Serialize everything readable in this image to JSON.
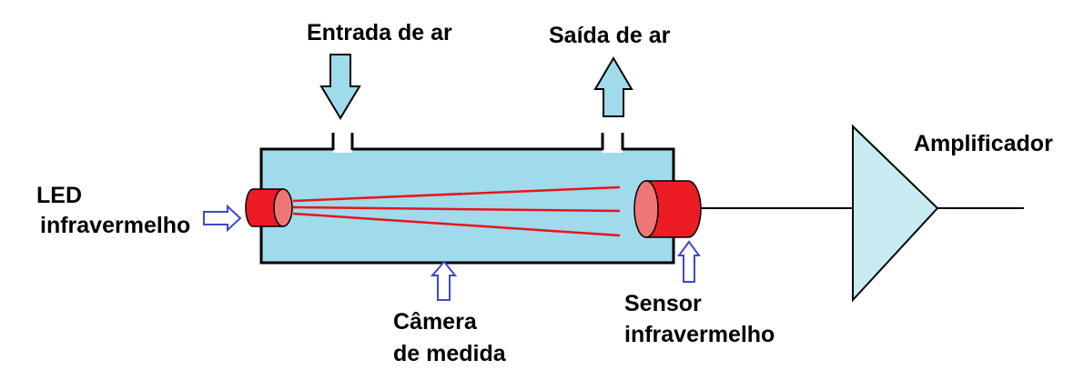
{
  "labels": {
    "air_inlet": "Entrada de ar",
    "air_outlet": "Saída de ar",
    "amplifier": "Amplificador",
    "led_line1": "LED",
    "led_line2": "infravermelho",
    "chamber_line1": "Câmera",
    "chamber_line2": "de medida",
    "sensor_line1": "Sensor",
    "sensor_line2": "infravermelho"
  },
  "colors": {
    "chamber_fill": "#9fdbea",
    "flow_arrow_fill": "#9fdbea",
    "amplifier_fill": "#c8ebf2",
    "cylinder_red": "#ed1c24",
    "cylinder_face": "#f07577",
    "beam_red": "#e8141c",
    "pointer_arrow_stroke": "#3f48cc",
    "outline": "#000000"
  },
  "icons": {
    "air_inlet": "down-arrow-icon",
    "air_outlet": "up-arrow-icon",
    "pointers": "hollow-arrow-icon"
  }
}
